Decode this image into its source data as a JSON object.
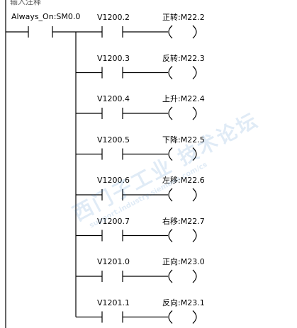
{
  "comment_label": "输入注释",
  "main_contact_label": "Always_On:SM0.0",
  "rungs": [
    {
      "contact": "V1200.2",
      "coil": "正转:M22.2"
    },
    {
      "contact": "V1200.3",
      "coil": "反转:M22.3"
    },
    {
      "contact": "V1200.4",
      "coil": "上升:M22.4"
    },
    {
      "contact": "V1200.5",
      "coil": "下降:M22.5"
    },
    {
      "contact": "V1200.6",
      "coil": "左移:M22.6"
    },
    {
      "contact": "V1200.7",
      "coil": "右移:M22.7"
    },
    {
      "contact": "V1201.0",
      "coil": "正向:M23.0"
    },
    {
      "contact": "V1201.1",
      "coil": "反向:M23.1"
    }
  ],
  "watermark": {
    "main": "西门子工业 技术论坛",
    "sub": "support.industry.siemens.com/cs"
  }
}
